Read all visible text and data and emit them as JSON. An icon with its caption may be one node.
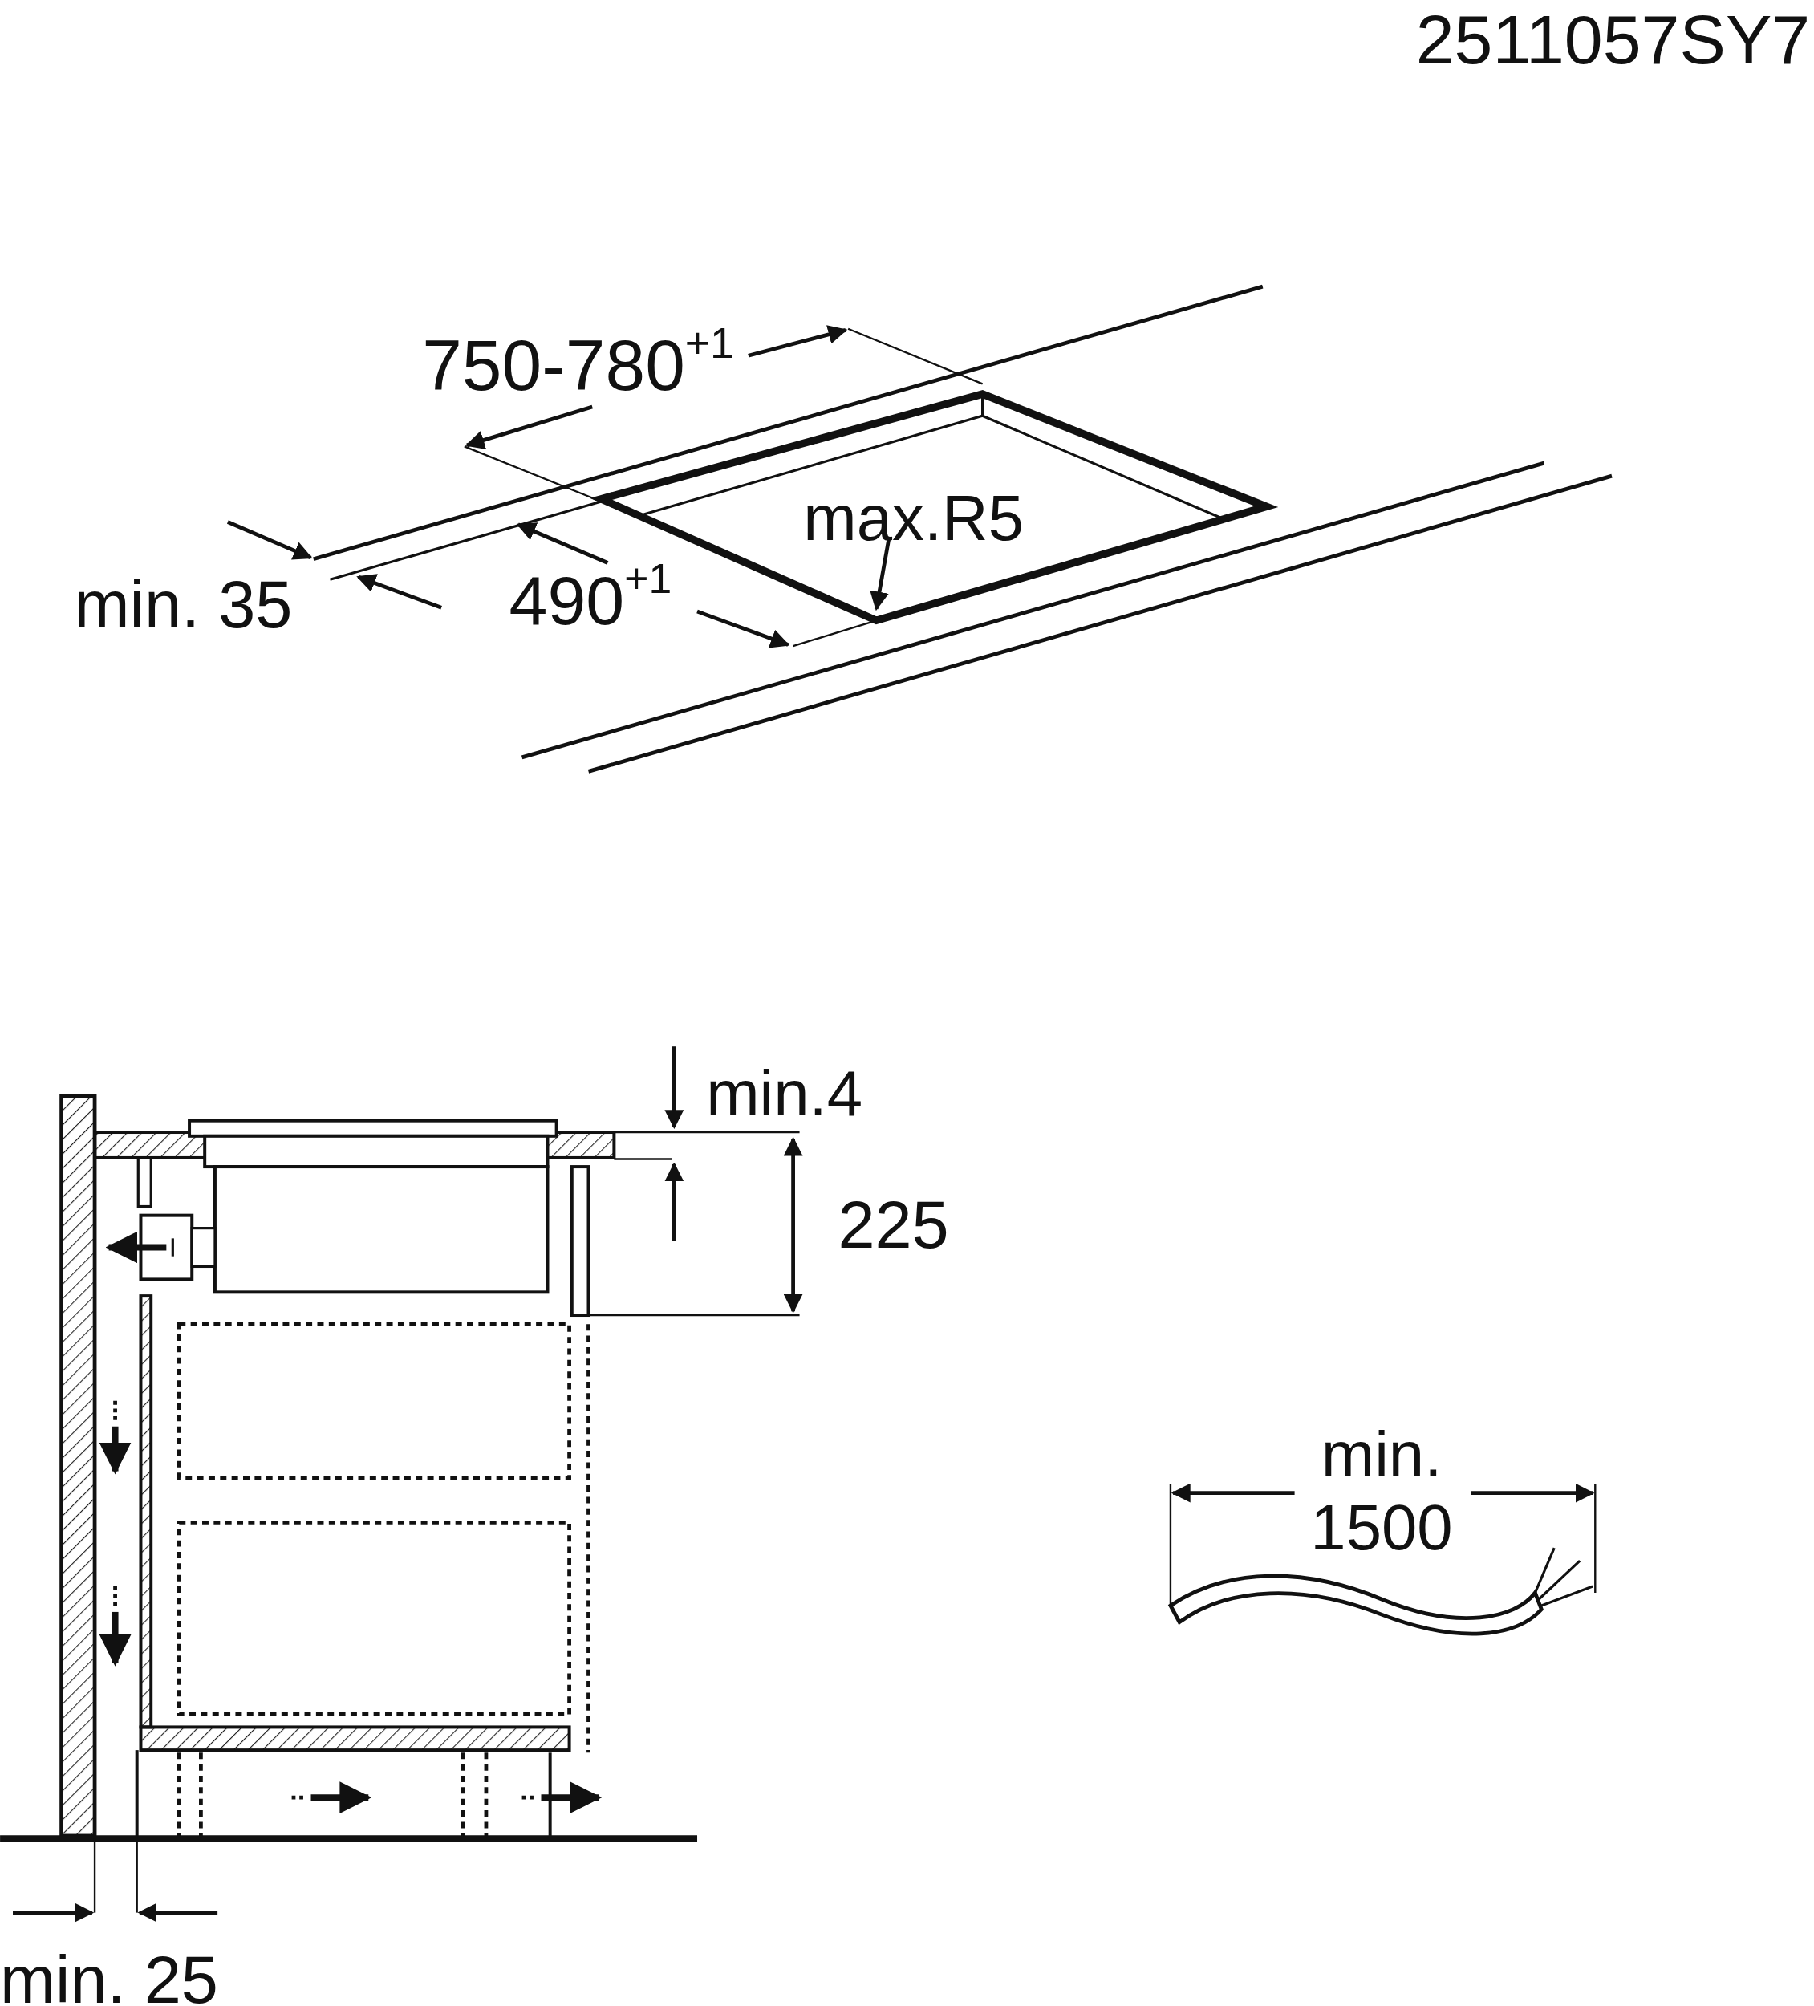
{
  "diagram": {
    "labels": [
      "2511057SY7",
      "750-780$^{+1}$",
      "max.R5",
      "min. 35",
      "490$^{+1}$",
      "min.4",
      "225",
      "min. 1500",
      "min. 25"
    ]
  }
}
